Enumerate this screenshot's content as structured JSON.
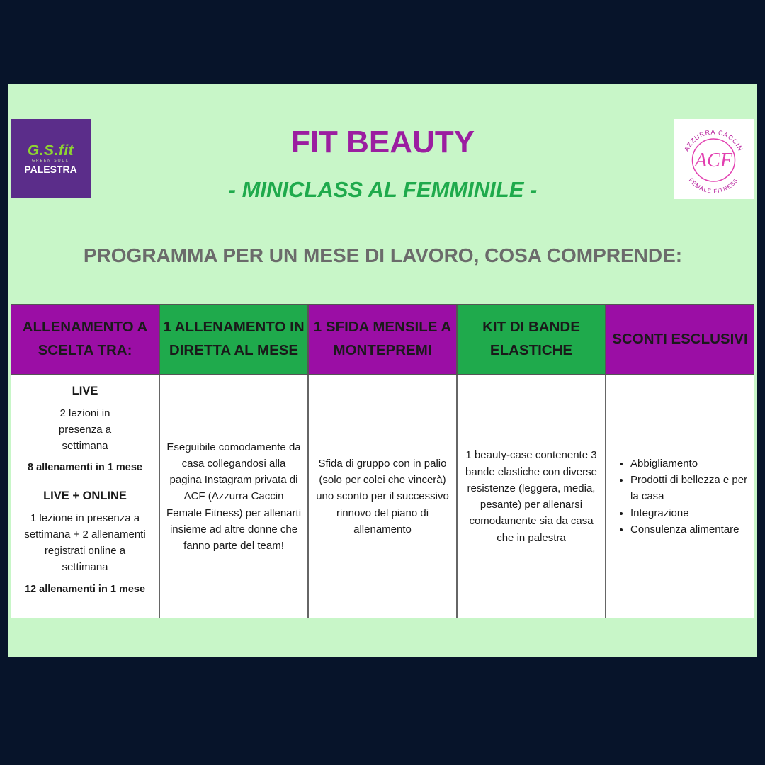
{
  "logo_left": {
    "brand": "G.S.fit",
    "tagline": "GREEN SOUL",
    "sub": "PALESTRA"
  },
  "logo_right": {
    "arc_text": "AZZURRA CACCIN",
    "monogram": "ACF",
    "bottom_text": "FEMALE FITNESS"
  },
  "title": "FIT BEAUTY",
  "subtitle": "- MINICLASS AL FEMMINILE -",
  "heading": "PROGRAMMA PER UN MESE DI LAVORO, COSA COMPRENDE:",
  "colors": {
    "background": "#07142a",
    "card": "#c8f6c8",
    "purple": "#9b0ea5",
    "green": "#1faa4c",
    "title": "#9b1ea0",
    "heading": "#6b6b6b"
  },
  "columns": [
    {
      "header": "ALLENAMENTO A SCELTA TRA:",
      "options": [
        {
          "title": "LIVE",
          "desc": "2 lezioni in presenza a settimana",
          "total": "8 allenamenti in 1 mese"
        },
        {
          "title": "LIVE + ONLINE",
          "desc": "1 lezione in presenza a settimana + 2 allenamenti registrati online a settimana",
          "total": "12 allenamenti in 1 mese"
        }
      ]
    },
    {
      "header": "1 ALLENAMENTO IN DIRETTA AL MESE",
      "body": "Eseguibile comodamente da casa collegandosi alla pagina Instagram privata di ACF (Azzurra Caccin Female Fitness) per allenarti insieme ad altre donne che fanno parte del team!"
    },
    {
      "header": "1 SFIDA MENSILE A MONTEPREMI",
      "body": "Sfida di gruppo con in palio (solo per colei che vincerà) uno sconto per il successivo rinnovo del piano di allenamento"
    },
    {
      "header": "KIT DI BANDE ELASTICHE",
      "body": "1 beauty-case contenente 3 bande elastiche con diverse resistenze (leggera, media, pesante) per allenarsi comodamente sia da casa che in palestra"
    },
    {
      "header": "SCONTI ESCLUSIVI",
      "bullets": [
        "Abbigliamento",
        "Prodotti di bellezza e per la casa",
        "Integrazione",
        "Consulenza alimentare"
      ]
    }
  ]
}
